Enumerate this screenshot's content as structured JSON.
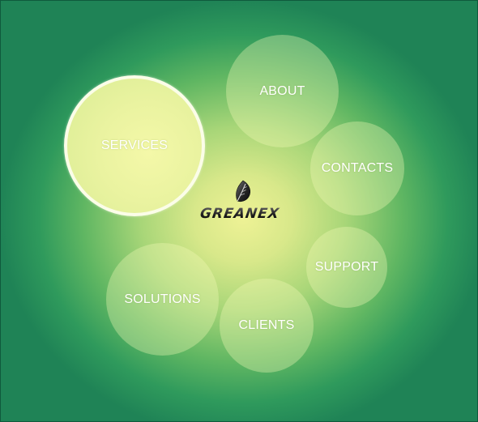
{
  "brand": {
    "name": "GREANEX",
    "icon": "leaf-icon"
  },
  "nav": {
    "services": "SERVICES",
    "about": "ABOUT",
    "contacts": "CONTACTS",
    "support": "SUPPORT",
    "clients": "CLIENTS",
    "solutions": "SOLUTIONS"
  },
  "active_item": "SERVICES",
  "colors": {
    "background_center": "#eef295",
    "background_edge": "#1f8356",
    "active_ring": "#fbfde8",
    "label_text": "#ffffff"
  }
}
